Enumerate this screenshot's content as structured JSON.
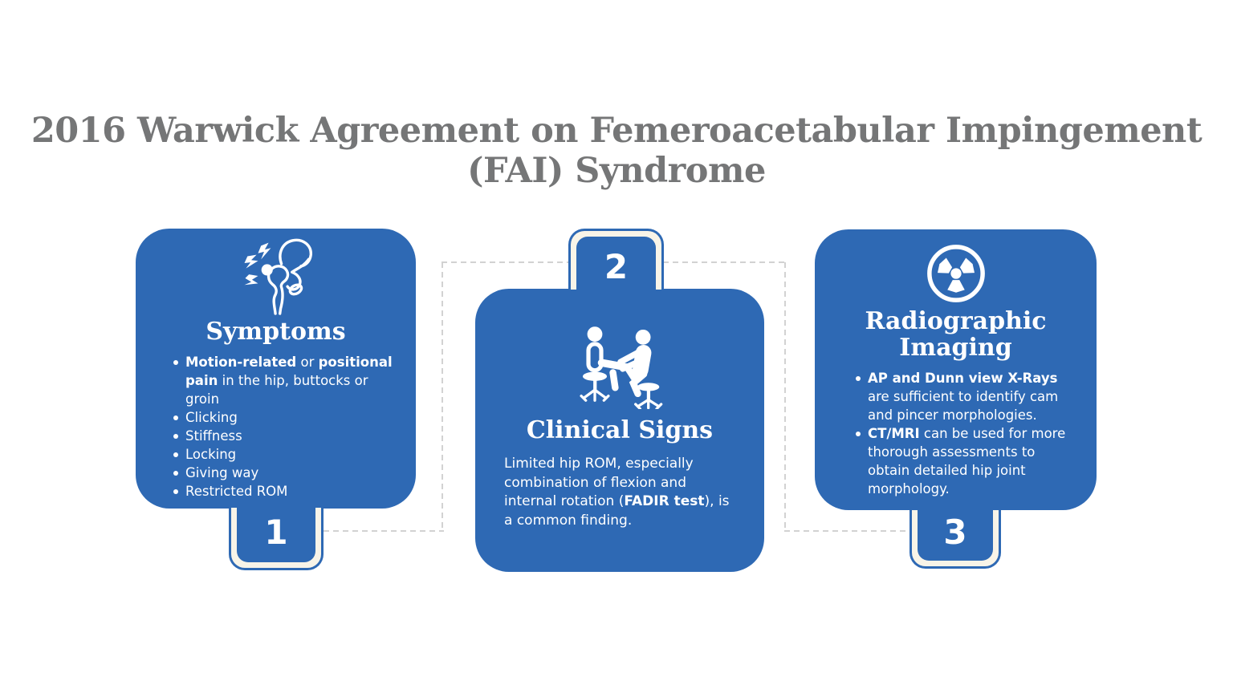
{
  "title": {
    "text": "2016 Warwick Agreement on Femeroacetabular Impingement (FAI) Syndrome"
  },
  "colors": {
    "card_blue": "#2e69b4",
    "tab_ring_cream": "#f8f4e8",
    "dash_gray": "#d2d2d2",
    "title_gray": "#757677",
    "text_on_blue": "#ffffff",
    "background": "#ffffff"
  },
  "cards": [
    {
      "id": "symptoms",
      "number": "1",
      "tab_position": "bottom",
      "icon": "hip-pain-icon",
      "heading": "Symptoms",
      "bullets": [
        {
          "segments": [
            {
              "text": "Motion-related",
              "bold": true
            },
            {
              "text": " or ",
              "bold": false
            },
            {
              "text": "positional pain",
              "bold": true
            },
            {
              "text": " in the hip, buttocks or groin",
              "bold": false
            }
          ]
        },
        {
          "segments": [
            {
              "text": "Clicking",
              "bold": false
            }
          ]
        },
        {
          "segments": [
            {
              "text": "Stiffness",
              "bold": false
            }
          ]
        },
        {
          "segments": [
            {
              "text": "Locking",
              "bold": false
            }
          ]
        },
        {
          "segments": [
            {
              "text": "Giving way",
              "bold": false
            }
          ]
        },
        {
          "segments": [
            {
              "text": "Restricted ROM",
              "bold": false
            }
          ]
        }
      ]
    },
    {
      "id": "clinical-signs",
      "number": "2",
      "tab_position": "top",
      "icon": "clinical-examination-icon",
      "heading": "Clinical Signs",
      "paragraph_segments": [
        {
          "text": "Limited hip ROM, especially combination of flexion and internal rotation (",
          "bold": false
        },
        {
          "text": "FADIR test",
          "bold": true
        },
        {
          "text": "), is a common finding.",
          "bold": false
        }
      ]
    },
    {
      "id": "radiographic-imaging",
      "number": "3",
      "tab_position": "bottom",
      "icon": "radiation-icon",
      "heading": "Radiographic Imaging",
      "bullets": [
        {
          "segments": [
            {
              "text": "AP and Dunn view X-Rays",
              "bold": true
            },
            {
              "text": " are sufficient to identify cam and pincer morphologies.",
              "bold": false
            }
          ]
        },
        {
          "segments": [
            {
              "text": "CT/MRI",
              "bold": true
            },
            {
              "text": " can be used for more thorough assessments to obtain detailed hip joint morphology.",
              "bold": false
            }
          ]
        }
      ]
    }
  ]
}
